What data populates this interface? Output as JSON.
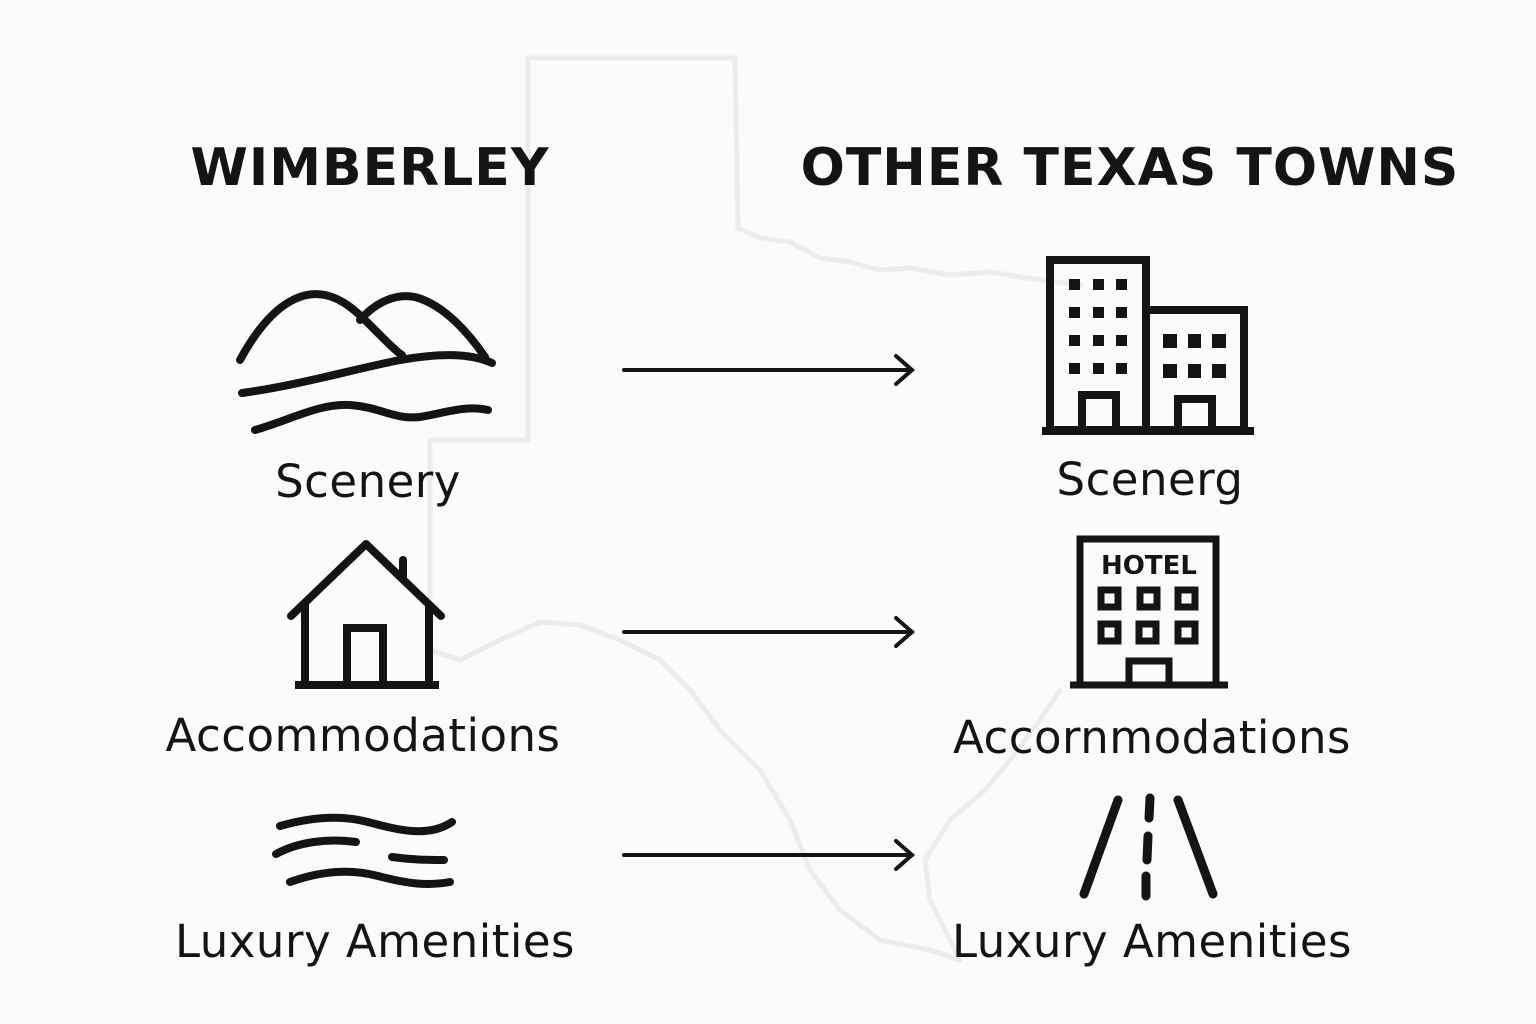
{
  "diagram": {
    "columns": {
      "left": {
        "heading": "WIMBERLEY"
      },
      "right": {
        "heading": "OTHER TEXAS TOWNS"
      }
    },
    "rows": [
      {
        "left": {
          "icon": "mountains-river-icon",
          "label": "Scenery"
        },
        "right": {
          "icon": "city-buildings-icon",
          "label": "Scenerg"
        }
      },
      {
        "left": {
          "icon": "house-icon",
          "label": "Accommodations"
        },
        "right": {
          "icon": "hotel-building-icon",
          "label": "Accornmodations",
          "sign_text": "HOTEL"
        }
      },
      {
        "left": {
          "icon": "water-waves-icon",
          "label": "Luxury Amenities"
        },
        "right": {
          "icon": "road-icon",
          "label": "Luxury Amenities"
        }
      }
    ],
    "connector": "right-arrow",
    "background": "faint-texas-outline",
    "colors": {
      "ink": "#141414",
      "background": "#fbfbfb",
      "outline": "#ececec"
    }
  }
}
